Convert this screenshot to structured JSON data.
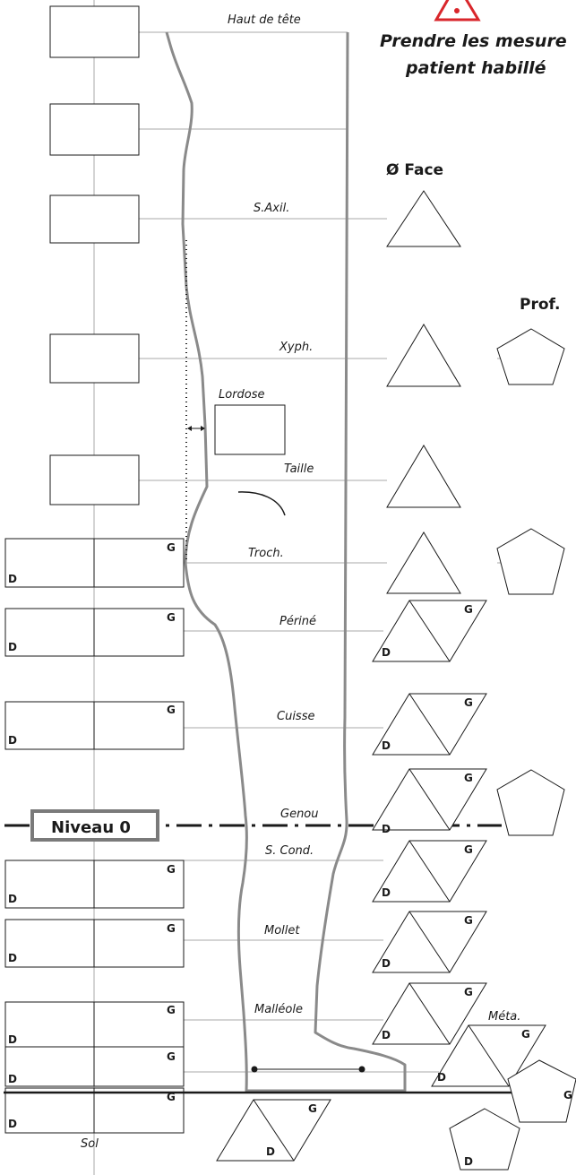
{
  "warning": {
    "line1": "Prendre les mesure",
    "line2": "patient habillé",
    "icon": "warning-triangle-icon",
    "color": "#d9262b"
  },
  "headers": {
    "face": "Ø Face",
    "prof": "Prof."
  },
  "levels": {
    "haut_tete": "Haut de tête",
    "saxil": "S.Axil.",
    "xyph": "Xyph.",
    "lordose": "Lordose",
    "taille": "Taille",
    "troch": "Troch.",
    "perine": "Périné",
    "cuisse": "Cuisse",
    "genou": "Genou",
    "scond": "S. Cond.",
    "mollet": "Mollet",
    "malleole": "Malléole",
    "meta": "Méta.",
    "sol": "Sol"
  },
  "side_labels": {
    "right": "D",
    "left": "G"
  },
  "niveau": "Niveau 0",
  "colors": {
    "silhouette": "#8a8a8a",
    "guide": "#a8a8a8",
    "ink": "#1a1a1a",
    "niveau_border": "#7a7a7a"
  }
}
